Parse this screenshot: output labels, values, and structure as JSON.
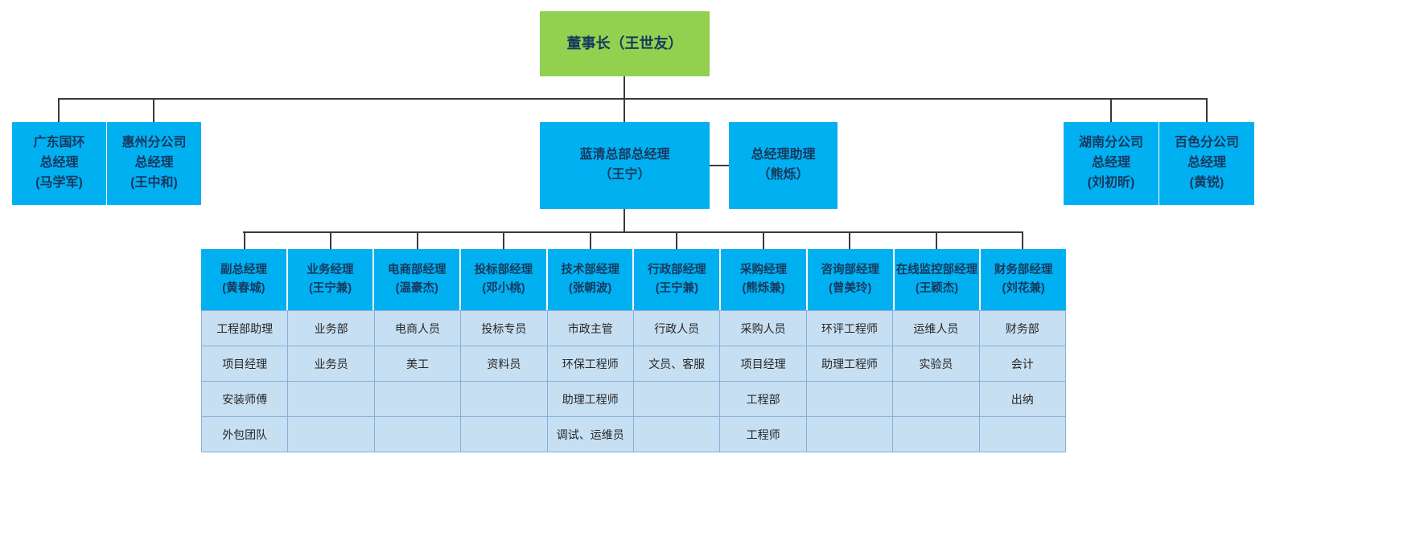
{
  "org": {
    "chairman": "董事长（王世友）",
    "branches_left": [
      {
        "l1": "广东国环",
        "l2": "总经理",
        "l3": "(马学军)"
      },
      {
        "l1": "惠州分公司",
        "l2": "总经理",
        "l3": "(王中和)"
      }
    ],
    "hq": {
      "l1": "蓝清总部总经理",
      "l2": "（王宁）"
    },
    "assistant": {
      "l1": "总经理助理",
      "l2": "（熊烁）"
    },
    "branches_right": [
      {
        "l1": "湖南分公司",
        "l2": "总经理",
        "l3": "(刘初昕)"
      },
      {
        "l1": "百色分公司",
        "l2": "总经理",
        "l3": "(黄锐)"
      }
    ],
    "departments": [
      {
        "title": "副总经理",
        "name": "(黄春城)",
        "staff": [
          "工程部助理",
          "项目经理",
          "安装师傅",
          "外包团队"
        ]
      },
      {
        "title": "业务经理",
        "name": "(王宁兼)",
        "staff": [
          "业务部",
          "业务员",
          "",
          ""
        ]
      },
      {
        "title": "电商部经理",
        "name": "(温豪杰)",
        "staff": [
          "电商人员",
          "美工",
          "",
          ""
        ]
      },
      {
        "title": "投标部经理",
        "name": "(邓小桃)",
        "staff": [
          "投标专员",
          "资料员",
          "",
          ""
        ]
      },
      {
        "title": "技术部经理",
        "name": "(张朝波)",
        "staff": [
          "市政主管",
          "环保工程师",
          "助理工程师",
          "调试、运维员"
        ]
      },
      {
        "title": "行政部经理",
        "name": "(王宁兼)",
        "staff": [
          "行政人员",
          "文员、客服",
          "",
          ""
        ]
      },
      {
        "title": "采购经理",
        "name": "(熊烁兼)",
        "staff": [
          "采购人员",
          "项目经理",
          "工程部",
          "工程师"
        ]
      },
      {
        "title": "咨询部经理",
        "name": "(曾美玲)",
        "staff": [
          "环评工程师",
          "助理工程师",
          "",
          ""
        ]
      },
      {
        "title": "在线监控部经理",
        "name": "(王颖杰)",
        "staff": [
          "运维人员",
          "实验员",
          "",
          ""
        ]
      },
      {
        "title": "财务部经理",
        "name": "(刘花兼)",
        "staff": [
          "财务部",
          "会计",
          "出纳",
          ""
        ]
      }
    ],
    "colors": {
      "chairman_bg": "#92d050",
      "box_bg": "#00b0f0",
      "cell_bg": "#c7dff2",
      "grid_line": "#84b1d9",
      "box_text": "#17375d",
      "connector": "#3a3a3a"
    }
  }
}
